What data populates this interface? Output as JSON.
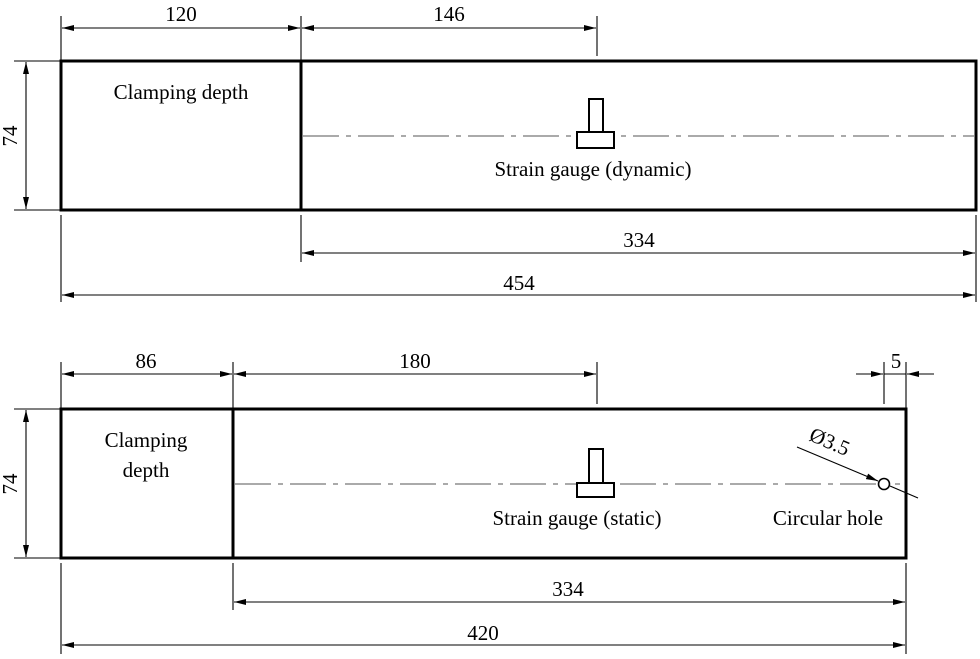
{
  "specimen_dynamic": {
    "clamp_length": "120",
    "gauge_position": "146",
    "width": "74",
    "free_length": "334",
    "total_length": "454",
    "clamp_label": "Clamping depth",
    "gauge_label": "Strain gauge (dynamic)"
  },
  "specimen_static": {
    "clamp_length": "86",
    "gauge_position": "180",
    "hole_offset": "5",
    "width": "74",
    "free_length": "334",
    "total_length": "420",
    "clamp_label_line1": "Clamping",
    "clamp_label_line2": "depth",
    "gauge_label": "Strain gauge (static)",
    "hole_label": "Circular hole",
    "hole_diameter": "Ø3.5"
  }
}
